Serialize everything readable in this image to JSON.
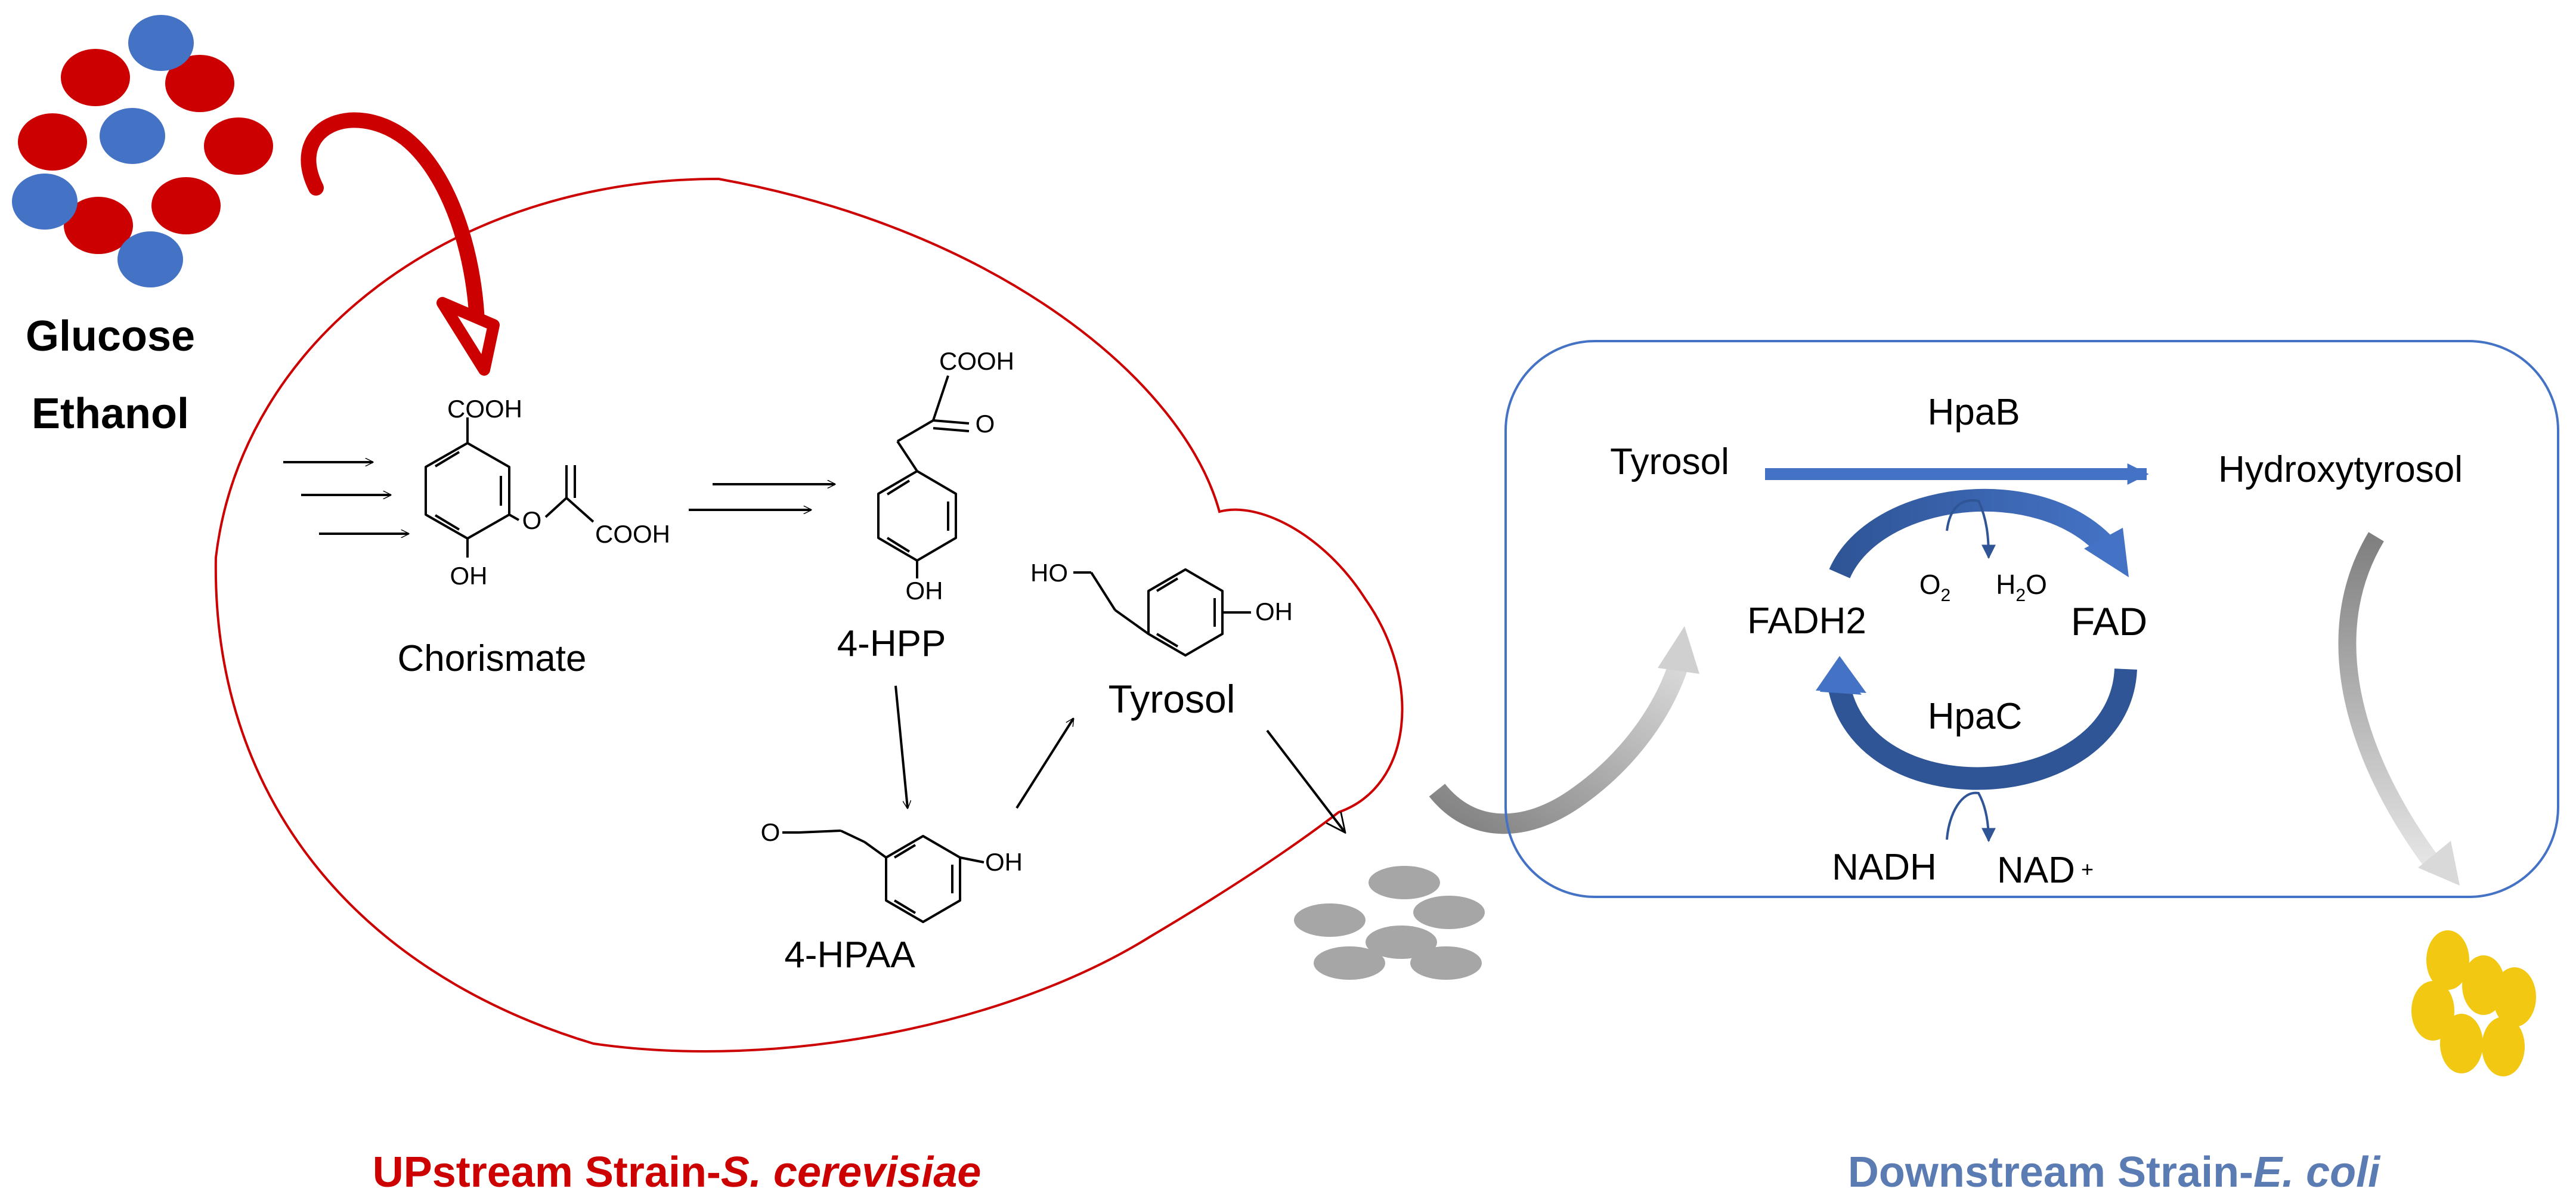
{
  "colors": {
    "red": "#cc0000",
    "blue": "#4472c4",
    "dark_blue": "#2f5597",
    "gray": "#a6a6a6",
    "yellow": "#f2c813",
    "downstream_label": "#5b7bb3"
  },
  "feed": {
    "line1": "Glucose",
    "line2": "Ethanol"
  },
  "upstream": {
    "chorismate": {
      "name": "Chorismate",
      "cooh_top": "COOH",
      "cooh_side": "COOH",
      "o": "O",
      "oh": "OH"
    },
    "hpp": {
      "name": "4-HPP",
      "cooh": "COOH",
      "o": "O",
      "oh": "OH"
    },
    "hpaa": {
      "name": "4-HPAA",
      "o": "O",
      "oh": "OH"
    },
    "tyrosol": {
      "name": "Tyrosol",
      "ho": "HO",
      "oh": "OH"
    },
    "caption_prefix": "UPstream Strain-",
    "caption_species": "S. cerevisiae"
  },
  "downstream": {
    "substrate": "Tyrosol",
    "enzyme_top": "HpaB",
    "product": "Hydroxytyrosol",
    "fadh2": "FADH2",
    "fad": "FAD",
    "o2": "O",
    "o2_sub": "2",
    "h2o_h": "H",
    "h2o_sub": "2",
    "h2o_o": "O",
    "enzyme_bottom": "HpaC",
    "nadh": "NADH",
    "nad": "NAD",
    "nad_sup": "+",
    "caption_prefix": "Downstream Strain-",
    "caption_species": "E. coli"
  }
}
